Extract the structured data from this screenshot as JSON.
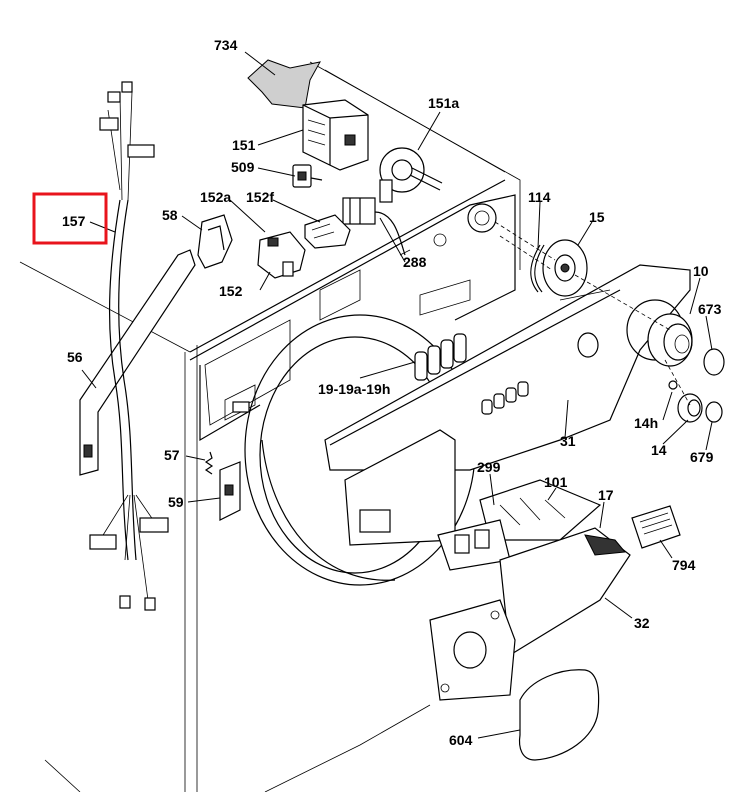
{
  "highlight_color": "#e8141c",
  "labels": {
    "p734": "734",
    "p151a": "151a",
    "p151": "151",
    "p509": "509",
    "p152a": "152a",
    "p152f": "152f",
    "p58": "58",
    "p157": "157",
    "p114": "114",
    "p15": "15",
    "p288": "288",
    "p152": "152",
    "p10": "10",
    "p673": "673",
    "p56": "56",
    "p19": "19-19a-19h",
    "p14h": "14h",
    "p14": "14",
    "p679": "679",
    "p31": "31",
    "p57": "57",
    "p59": "59",
    "p299": "299",
    "p101": "101",
    "p17": "17",
    "p794": "794",
    "p32": "32",
    "p604": "604"
  }
}
